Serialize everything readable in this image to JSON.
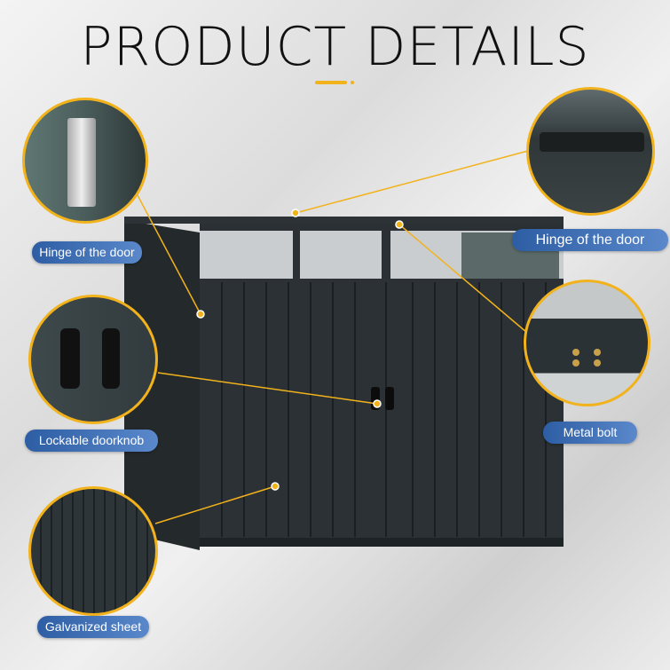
{
  "title": "PRODUCT DETAILS",
  "accent_color": "#f2b21c",
  "label_color": "#3a6ab3",
  "callouts": [
    {
      "label": "Hinge of the door",
      "side": "left"
    },
    {
      "label": "Lockable doorknob",
      "side": "left"
    },
    {
      "label": "Galvanized sheet",
      "side": "left"
    },
    {
      "label": "Hinge of the door",
      "side": "right"
    },
    {
      "label": "Metal bolt",
      "side": "right"
    }
  ]
}
